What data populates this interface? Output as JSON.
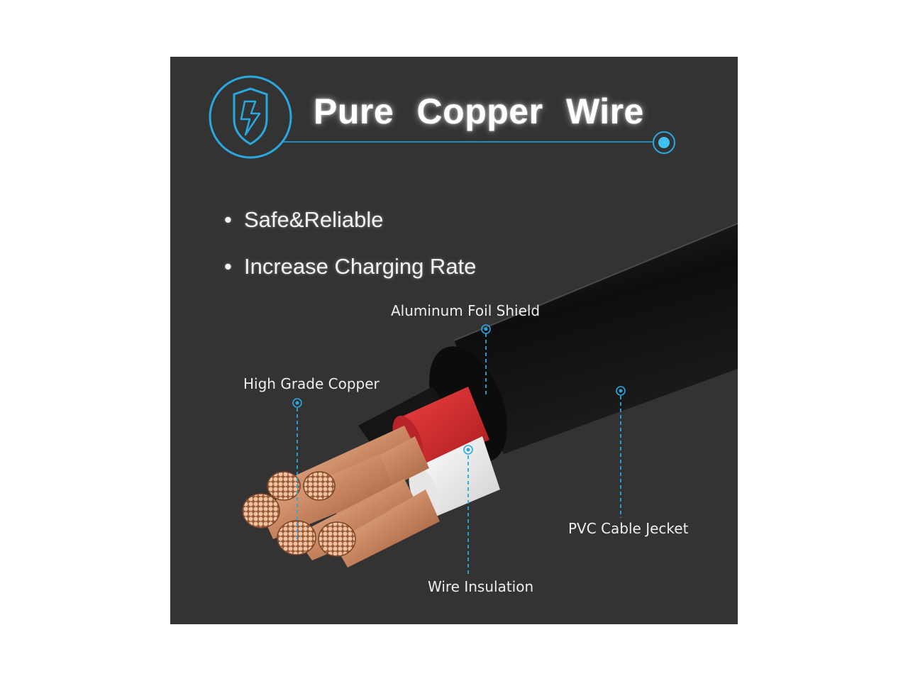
{
  "headline": {
    "title": "Pure  Copper  Wire",
    "icon": "shield-lightning-icon"
  },
  "features": [
    {
      "text": "Safe&Reliable"
    },
    {
      "text": "Increase Charging Rate"
    }
  ],
  "callouts": {
    "foil": "Aluminum Foil Shield",
    "copper": "High Grade Copper",
    "jacket": "PVC Cable Jecket",
    "insulation": "Wire Insulation"
  },
  "colors": {
    "background": "#333333",
    "accent": "#29a8e0",
    "copper": "#d9a07c",
    "red_insulation": "#d8292f",
    "jacket": "#1a1a1a"
  }
}
